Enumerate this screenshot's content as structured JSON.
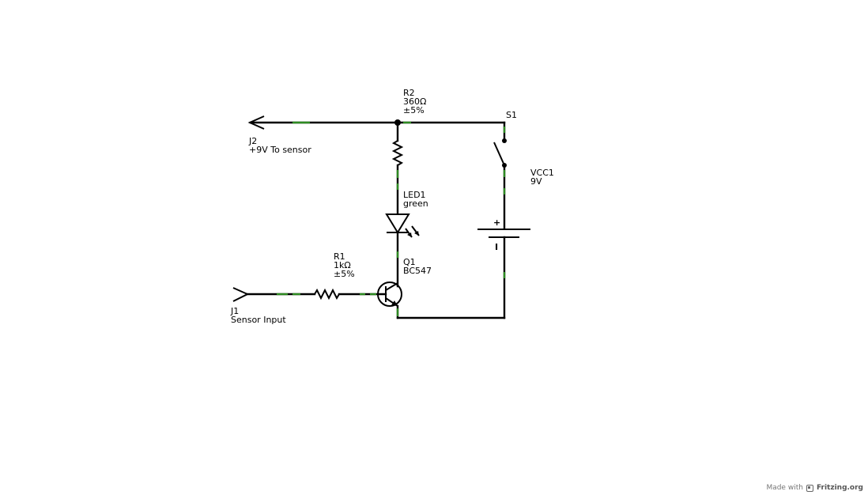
{
  "components": {
    "j2": {
      "ref": "J2",
      "desc": "+9V To sensor"
    },
    "r2": {
      "ref": "R2",
      "value": "360Ω",
      "tolerance": "±5%"
    },
    "s1": {
      "ref": "S1"
    },
    "vcc1": {
      "ref": "VCC1",
      "value": "9V",
      "plus": "+",
      "minus": "I"
    },
    "led1": {
      "ref": "LED1",
      "color": "green"
    },
    "q1": {
      "ref": "Q1",
      "part": "BC547"
    },
    "r1": {
      "ref": "R1",
      "value": "1kΩ",
      "tolerance": "±5%"
    },
    "j1": {
      "ref": "J1",
      "desc": "Sensor Input"
    }
  },
  "footer": {
    "made_with": "Made with",
    "brand": "Fritzing.org"
  }
}
